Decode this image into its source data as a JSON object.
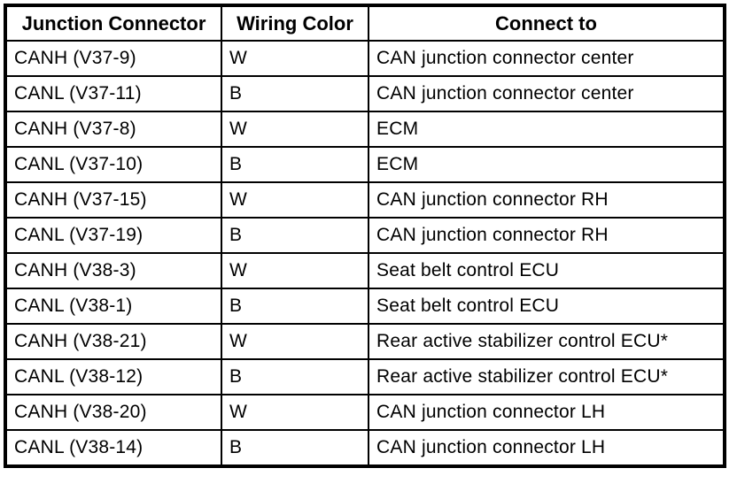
{
  "colors": {
    "background": "#ffffff",
    "border": "#000000",
    "text": "#000000"
  },
  "table": {
    "headers": [
      "Junction Connector",
      "Wiring Color",
      "Connect to"
    ],
    "rows": [
      {
        "junction_connector": "CANH (V37-9)",
        "wiring_color": "W",
        "connect_to": "CAN junction connector center"
      },
      {
        "junction_connector": "CANL (V37-11)",
        "wiring_color": "B",
        "connect_to": "CAN junction connector center"
      },
      {
        "junction_connector": "CANH (V37-8)",
        "wiring_color": "W",
        "connect_to": "ECM"
      },
      {
        "junction_connector": "CANL (V37-10)",
        "wiring_color": "B",
        "connect_to": "ECM"
      },
      {
        "junction_connector": "CANH (V37-15)",
        "wiring_color": "W",
        "connect_to": "CAN junction connector RH"
      },
      {
        "junction_connector": "CANL (V37-19)",
        "wiring_color": "B",
        "connect_to": "CAN junction connector RH"
      },
      {
        "junction_connector": "CANH (V38-3)",
        "wiring_color": "W",
        "connect_to": "Seat belt control ECU"
      },
      {
        "junction_connector": "CANL (V38-1)",
        "wiring_color": "B",
        "connect_to": "Seat belt control ECU"
      },
      {
        "junction_connector": "CANH (V38-21)",
        "wiring_color": "W",
        "connect_to": "Rear active stabilizer control ECU*"
      },
      {
        "junction_connector": "CANL (V38-12)",
        "wiring_color": "B",
        "connect_to": "Rear active stabilizer control ECU*"
      },
      {
        "junction_connector": "CANH (V38-20)",
        "wiring_color": "W",
        "connect_to": "CAN junction connector LH"
      },
      {
        "junction_connector": "CANL (V38-14)",
        "wiring_color": "B",
        "connect_to": "CAN junction connector LH"
      }
    ]
  }
}
